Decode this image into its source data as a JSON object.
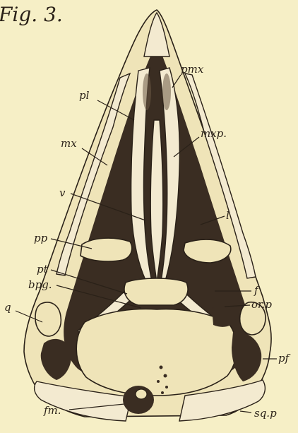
{
  "figure": {
    "title": "Fig. 3."
  },
  "labels": {
    "pmx": "pmx",
    "pl": "pl",
    "mxp": "mxp.",
    "mx": "mx",
    "v": "v",
    "l": "l",
    "pp": "pp",
    "pt": "pt",
    "bpg": "bpg.",
    "f": "f",
    "orp": "or.p",
    "q": "q",
    "pf": "pf",
    "fm": "fm.",
    "sqp": "sq.p"
  }
}
